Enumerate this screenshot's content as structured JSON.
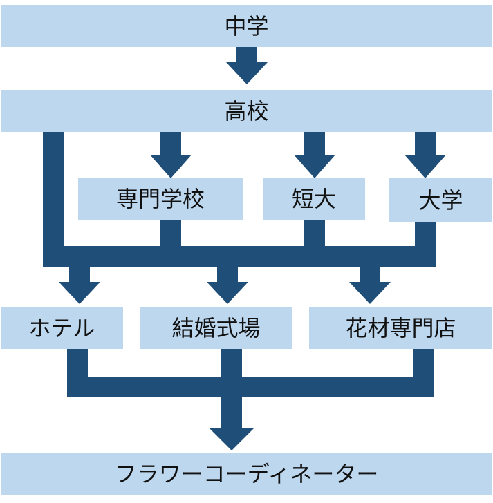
{
  "colors": {
    "box_fill": "#bdd7ee",
    "connector": "#1f4e79",
    "text": "#111111"
  },
  "levels": {
    "junior_high": "中学",
    "high_school": "高校",
    "after_high_school": [
      "専門学校",
      "短大",
      "大学"
    ],
    "workplaces": [
      "ホテル",
      "結婚式場",
      "花材専門店"
    ],
    "career": "フラワーコーディネーター"
  }
}
